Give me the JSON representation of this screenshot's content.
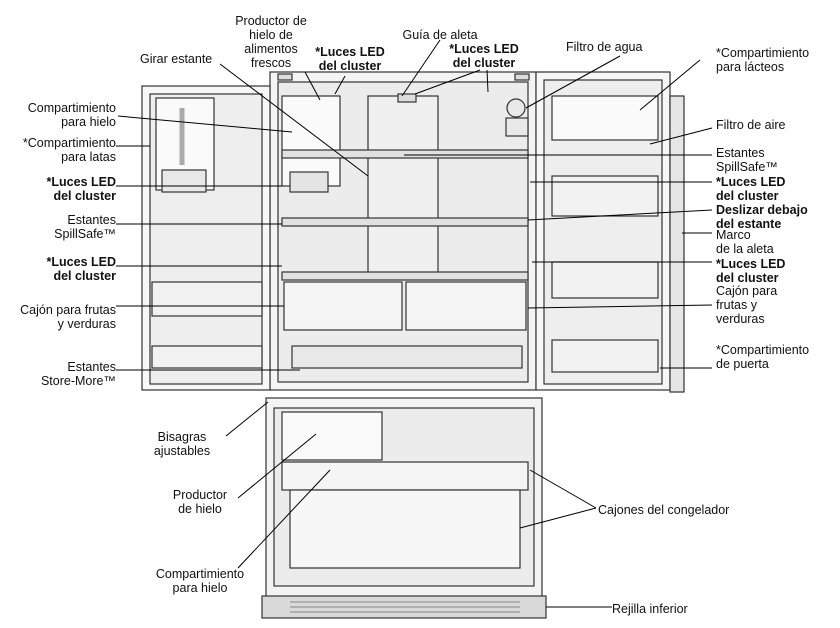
{
  "labels": {
    "productor_hielo_frescos": "Productor de\nhielo de\nalimentos\nfrescos",
    "guia_aleta": "Guía de aleta",
    "filtro_agua": "Filtro de agua",
    "comp_lacteos": "*Compartimiento\npara lácteos",
    "girar_estante": "Girar estante",
    "luces_led_top_left": "*Luces LED\ndel cluster",
    "luces_led_top_right": "*Luces LED\ndel cluster",
    "comp_hielo_door": "Compartimiento\npara hielo",
    "comp_latas": "*Compartimiento\npara latas",
    "luces_led_left_1": "*Luces LED\ndel cluster",
    "estantes_spillsafe_left": "Estantes\nSpillSafe™",
    "luces_led_left_2": "*Luces LED\ndel cluster",
    "cajon_frutas_left": "Cajón para frutas\ny verduras",
    "estantes_storemore": "Estantes\nStore-More™",
    "filtro_aire": "Filtro de aire",
    "estantes_spillsafe_right": "Estantes\nSpillSafe™",
    "luces_led_right_1": "*Luces LED\ndel cluster",
    "deslizar_debajo": "Deslizar debajo\ndel estante",
    "marco_aleta": "Marco\nde la aleta",
    "luces_led_right_2": "*Luces LED\ndel cluster",
    "cajon_frutas_right": "Cajón para\nfrutas y\nverduras",
    "comp_puerta": "*Compartimiento\nde puerta",
    "bisagras": "Bisagras\najustables",
    "productor_hielo": "Productor\nde hielo",
    "comp_hielo_freezer": "Compartimiento\npara hielo",
    "cajones_congelador": "Cajones del congelador",
    "rejilla_inferior": "Rejilla inferior"
  }
}
